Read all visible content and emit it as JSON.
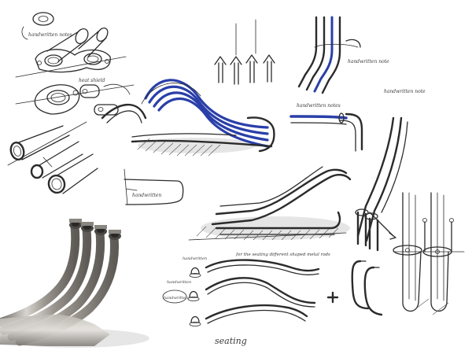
{
  "annotations": {
    "top_left_note": "handwritten notes",
    "slot_note": "heat shield",
    "mid_right_note": "handwritten notes",
    "bracket_note": "handwritten note",
    "right_pipe_note": "handwritten note",
    "small_box_note": "handwritten",
    "seating_note": "for the seating different shaped metal rods",
    "bracket_label_1": "handwritten",
    "bracket_label_2": "handwritten",
    "bracket_label_3": "handwritten",
    "seating_label": "seating"
  },
  "colors": {
    "ink": "#2b2b2b",
    "blue_ink": "#2a3fa8",
    "metal_light": "#c9c6c0",
    "metal_dark": "#6f6b66",
    "paper": "#ffffff"
  }
}
